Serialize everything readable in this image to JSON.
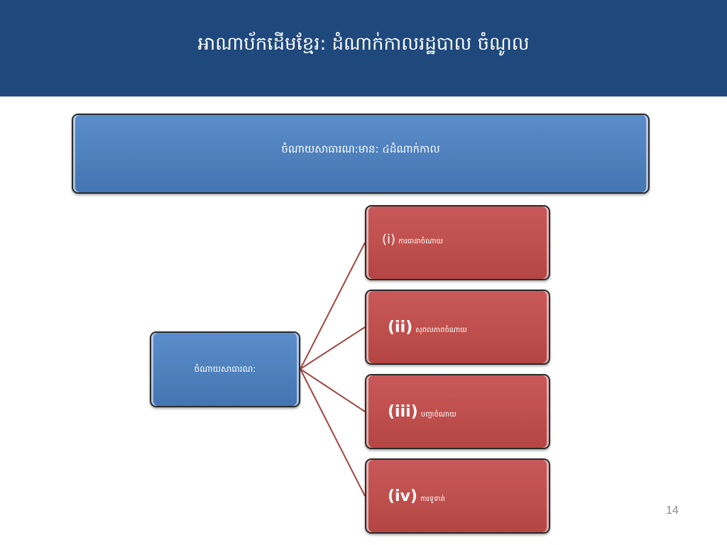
{
  "header": {
    "title": "អាណាប័កដើមខ្មែរ: ដំណាក់កាលរដ្ឋបាល ចំណូល"
  },
  "top_box": {
    "label": "ចំណាយសាធារណ:មាន: ៤ដំណាក់កាល"
  },
  "left_box": {
    "label": "ចំណាយសាធារណ:"
  },
  "items": [
    {
      "num": "(i)",
      "label": "ការធានាចំណាយ"
    },
    {
      "num": "(ii)",
      "label": "សុពលភាពចំណាយ"
    },
    {
      "num": "(iii)",
      "label": "បញ្ជាចំណាយ"
    },
    {
      "num": "(iv)",
      "label": "ការទូទាត់"
    }
  ],
  "page_number": "14",
  "colors": {
    "header": "#1f497d",
    "blue_box": "#4f81bd",
    "red_box": "#c0504d",
    "connector": "#a34440"
  }
}
